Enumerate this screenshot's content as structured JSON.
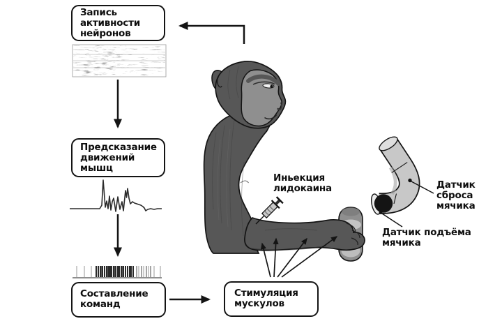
{
  "colors": {
    "background": "#ffffff",
    "line": "#141414",
    "monkey_body": "#575757",
    "monkey_face": "#8f8f8f",
    "tube": "#c8c8c8",
    "tube_opening": "#ececec",
    "handle": "#8f8f8f",
    "handle_light": "#c4c4c4",
    "ball": "#141414"
  },
  "boxes": {
    "record": {
      "line1": "Запись",
      "line2": "активности",
      "line3": "нейронов"
    },
    "predict": {
      "line1": "Предсказание",
      "line2": "движений",
      "line3": "мышц"
    },
    "compose": {
      "line1": "Составление",
      "line2": "команд"
    },
    "stimulate": {
      "line1": "Стимуляция",
      "line2": "мускулов"
    }
  },
  "labels": {
    "injection": {
      "line1": "Иньекция",
      "line2": "лидокаина"
    },
    "drop_sensor": {
      "line1": "Датчик",
      "line2": "сброса",
      "line3": "мячика"
    },
    "lift_sensor": {
      "line1": "Датчик подъёма",
      "line2": "мячика"
    }
  }
}
